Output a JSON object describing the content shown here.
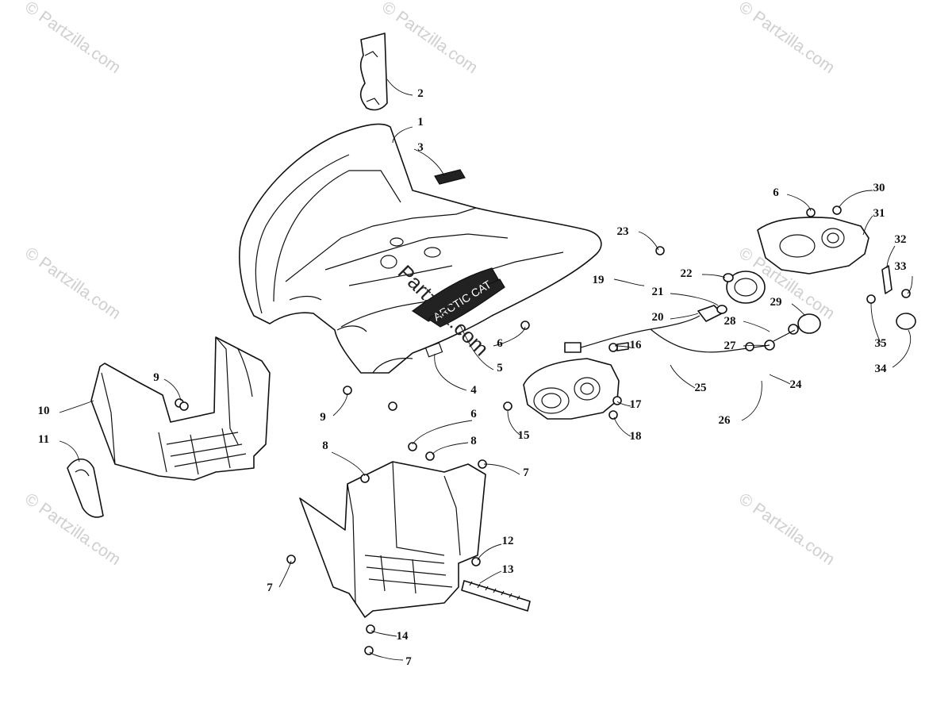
{
  "watermark": "© Partzilla.com",
  "center_watermark": "Partzilla.com",
  "decal_text": "ARCTIC CAT",
  "callouts": [
    "1",
    "2",
    "3",
    "4",
    "5",
    "6",
    "6",
    "6",
    "6",
    "7",
    "7",
    "7",
    "7",
    "8",
    "8",
    "9",
    "9",
    "10",
    "11",
    "12",
    "13",
    "14",
    "15",
    "16",
    "17",
    "18",
    "19",
    "20",
    "21",
    "22",
    "23",
    "24",
    "25",
    "26",
    "27",
    "28",
    "29",
    "30",
    "31",
    "32",
    "33",
    "34",
    "35"
  ]
}
